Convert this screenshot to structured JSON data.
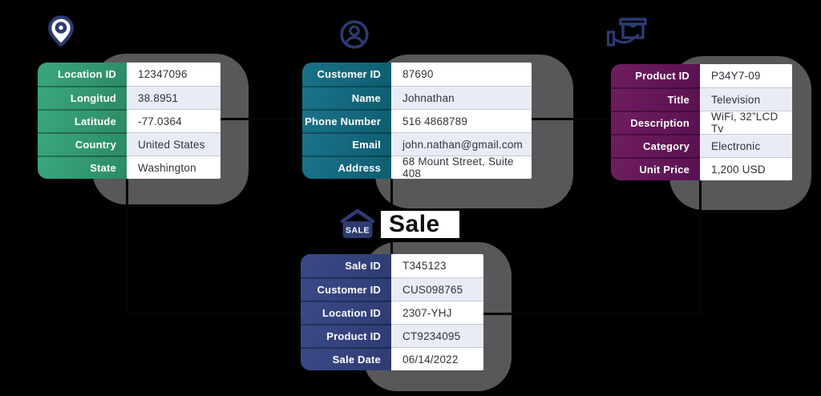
{
  "title": {
    "label": "Sale"
  },
  "palette": {
    "bg": "#000000",
    "shadow": "#58585a",
    "line": "#050505",
    "icon": "#2c3b70",
    "rowalt": "#e9ecf5",
    "sep": "#c2c8d8",
    "textdark": "#32323c",
    "loc1": "#3aa77d",
    "loc2": "#2c8b63",
    "cust1": "#1a7389",
    "cust2": "#0f5d71",
    "prod1": "#701d60",
    "prod2": "#591150",
    "sale1": "#3a4a88",
    "sale2": "#2e3c72"
  },
  "icons": {
    "sale_sign_text": "SALE"
  },
  "tables": {
    "location": {
      "rows": [
        {
          "label": "Location ID",
          "value": "12347096"
        },
        {
          "label": "Longitud",
          "value": "38.8951"
        },
        {
          "label": "Latitude",
          "value": "-77.0364"
        },
        {
          "label": "Country",
          "value": "United States"
        },
        {
          "label": "State",
          "value": "Washington"
        }
      ]
    },
    "customer": {
      "rows": [
        {
          "label": "Customer ID",
          "value": "87690"
        },
        {
          "label": "Name",
          "value": "Johnathan"
        },
        {
          "label": "Phone Number",
          "value": "516 4868789"
        },
        {
          "label": "Email",
          "value": "john.nathan@gmail.com"
        },
        {
          "label": "Address",
          "value": "68 Mount Street, Suite 408"
        }
      ]
    },
    "product": {
      "rows": [
        {
          "label": "Product ID",
          "value": "P34Y7-09"
        },
        {
          "label": "Title",
          "value": "Television"
        },
        {
          "label": "Description",
          "value": "WiFi, 32”LCD Tv"
        },
        {
          "label": "Category",
          "value": "Electronic"
        },
        {
          "label": "Unit Price",
          "value": "1,200 USD"
        }
      ]
    },
    "sale": {
      "rows": [
        {
          "label": "Sale ID",
          "value": "T345123"
        },
        {
          "label": "Customer ID",
          "value": "CUS098765"
        },
        {
          "label": "Location ID",
          "value": "2307-YHJ"
        },
        {
          "label": "Product ID",
          "value": "CT9234095"
        },
        {
          "label": "Sale Date",
          "value": "06/14/2022"
        }
      ]
    }
  }
}
